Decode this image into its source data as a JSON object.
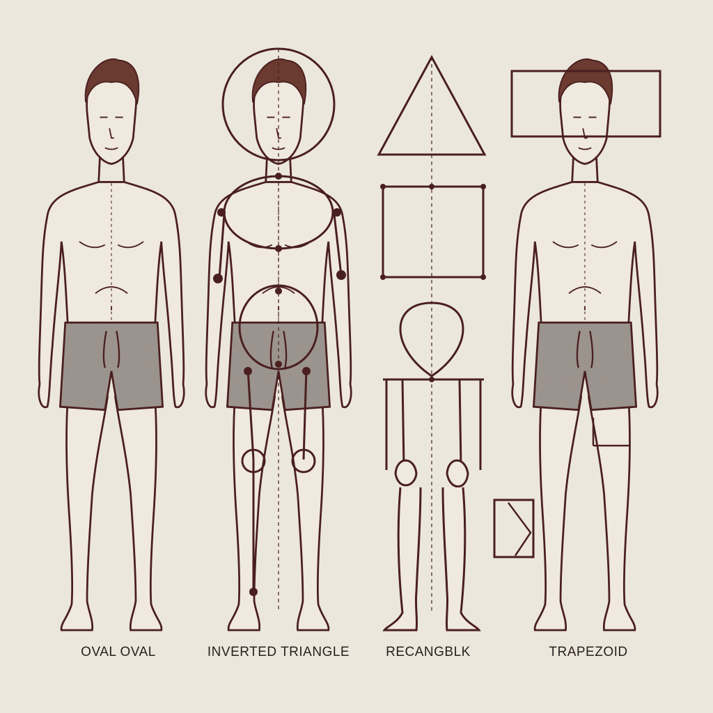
{
  "labels": {
    "oval": "OVAL OVAL",
    "inverted_triangle": "INVERTED TRIANGLE",
    "rectangle": "RECANGBLK",
    "trapezoid": "TRAPEZOID"
  },
  "colors": {
    "background": "#ebe7dc",
    "line": "#4a1f1f",
    "skin": "#efe9df",
    "shorts": "#9b948f",
    "text": "#2a1e1e"
  }
}
